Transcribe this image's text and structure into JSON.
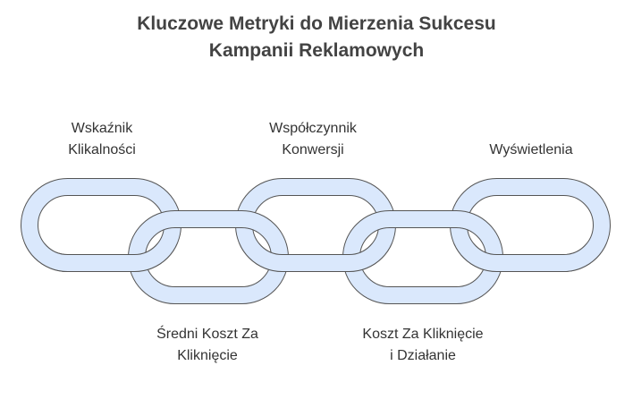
{
  "title": {
    "line1": "Kluczowe Metryki do Mierzenia Sukcesu",
    "line2": "Kampanii Reklamowych"
  },
  "colors": {
    "link_fill": "#dae8fc",
    "link_outline": "#555555",
    "title": "#434343",
    "label": "#333333"
  },
  "top_labels": [
    {
      "line1": "Wskaźnik",
      "line2": "Klikalności"
    },
    {
      "line1": "Współczynnik",
      "line2": "Konwersji"
    },
    {
      "line1": "Wyświetlenia",
      "line2": ""
    }
  ],
  "bottom_labels": [
    {
      "line1": "Średni Koszt Za",
      "line2": "Kliknięcie"
    },
    {
      "line1": "Koszt Za Kliknięcie",
      "line2": "i Działanie"
    }
  ]
}
